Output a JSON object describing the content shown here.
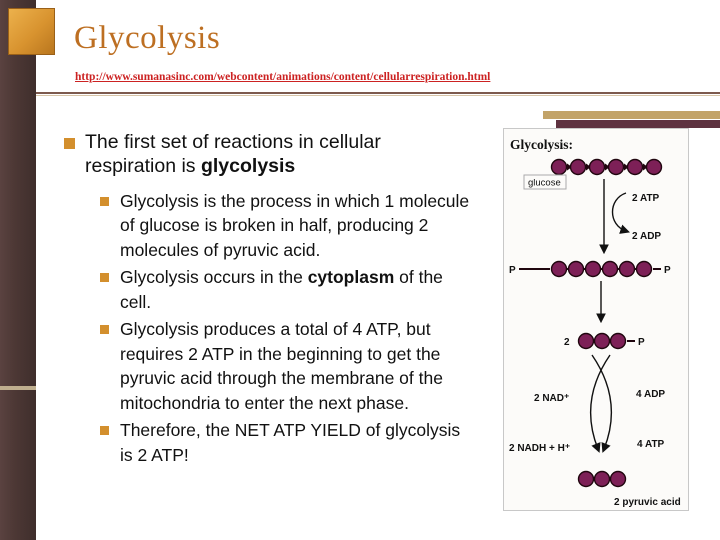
{
  "slide": {
    "title": "Glycolysis",
    "link": "http://www.sumanasinc.com/webcontent/animations/content/cellularrespiration.html",
    "main_bullet": {
      "pre": "The first set of reactions in cellular respiration is ",
      "bold": "glycolysis",
      "post": ""
    },
    "sub_bullets": [
      {
        "pre": "Glycolysis is the process in which 1 molecule of glucose is broken in half, producing 2 molecules of pyruvic acid.",
        "bold": "",
        "post": ""
      },
      {
        "pre": "Glycolysis occurs in the ",
        "bold": "cytoplasm",
        "post": " of the cell."
      },
      {
        "pre": "Glycolysis produces a total of 4 ATP, but requires 2 ATP in the beginning to get the pyruvic acid through the membrane of the mitochondria to enter the next phase.",
        "bold": "",
        "post": ""
      },
      {
        "pre": "Therefore, the NET ATP YIELD of glycolysis is 2 ATP!",
        "bold": "",
        "post": ""
      }
    ],
    "diagram": {
      "title": "Glycolysis:",
      "glucose_label": "glucose",
      "atp_in": "2 ATP",
      "adp_out": "2 ADP",
      "phosphate_left": "P",
      "phosphate_right": "P",
      "split_count": "2",
      "split_phosphate": "P",
      "nad": "2 NAD⁺",
      "adp4": "4 ADP",
      "nadh": "2 NADH + H⁺",
      "atp4": "4 ATP",
      "product_label": "2 pyruvic acid"
    },
    "colors": {
      "accent_orange": "#d38f2d",
      "title_orange": "#bd6f22",
      "link_red": "#cc2222",
      "bar_maroon": "#4d3835",
      "molecule_purple": "#7d2057"
    }
  }
}
